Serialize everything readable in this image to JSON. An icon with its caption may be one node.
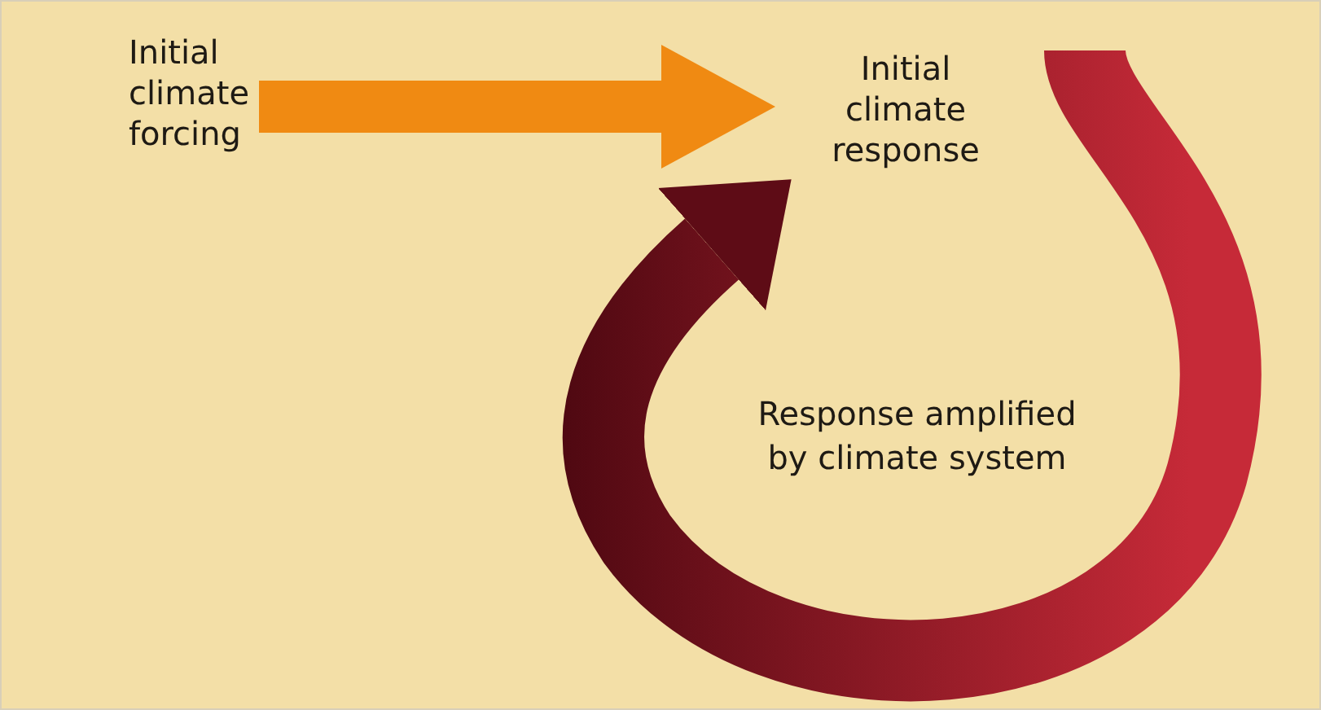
{
  "diagram": {
    "nodes": [
      {
        "text": [
          "Initial climate forcing"
        ]
      },
      {
        "text": [
          "Initial climate response"
        ]
      }
    ],
    "edges": [
      {
        "from": 0,
        "to": 1,
        "arrow": "to",
        "style": "thick",
        "color": "#f08a12"
      },
      {
        "from": 1,
        "to": 1,
        "arrow": "to",
        "style": "thick",
        "color": "#c62a38",
        "label": "Response amplified by climate system"
      }
    ]
  }
}
